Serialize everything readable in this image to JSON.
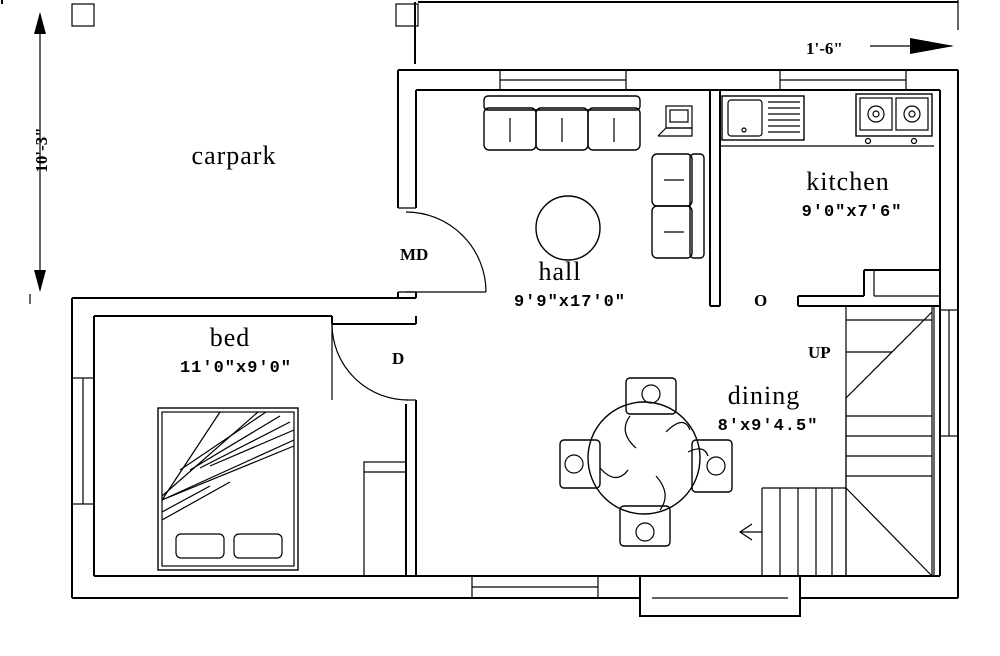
{
  "rooms": {
    "carpark": {
      "name": "carpark"
    },
    "hall": {
      "name": "hall",
      "size": "9'9\"x17'0\""
    },
    "kitchen": {
      "name": "kitchen",
      "size": "9'0\"x7'6\""
    },
    "bed": {
      "name": "bed",
      "size": "11'0\"x9'0\""
    },
    "dining": {
      "name": "dining",
      "size": "8'x9'4.5\""
    }
  },
  "doors": {
    "main": "MD",
    "bed": "D",
    "kitchen": "O"
  },
  "stair_label": "UP",
  "dimensions": {
    "vertical": "10'-3\"",
    "horizontal": "1'-6\""
  }
}
